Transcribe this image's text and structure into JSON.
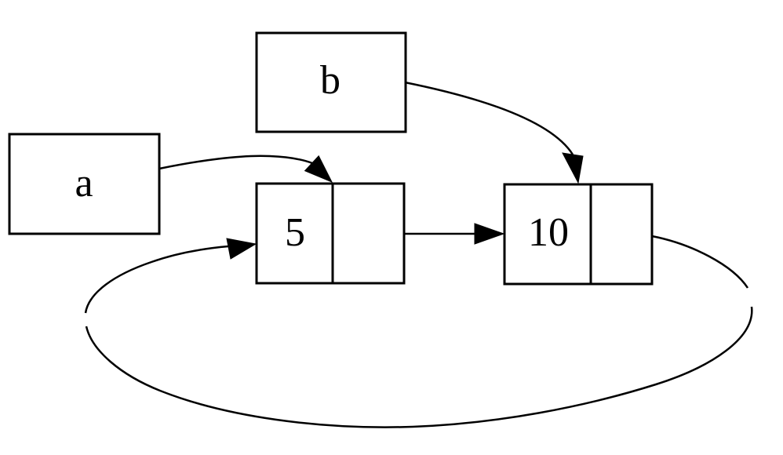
{
  "diagram": {
    "type": "linked-list-diagram",
    "colors": {
      "stroke": "#000000",
      "fill": "#ffffff"
    },
    "variables": [
      {
        "id": "a",
        "label": "a",
        "points_to": "node-5"
      },
      {
        "id": "b",
        "label": "b",
        "points_to": "node-10"
      }
    ],
    "nodes": [
      {
        "id": "node-5",
        "value": "5",
        "next": "node-10"
      },
      {
        "id": "node-10",
        "value": "10",
        "next": "node-5"
      }
    ],
    "edges": [
      {
        "from": "a",
        "to": "node-5",
        "style": "curved"
      },
      {
        "from": "b",
        "to": "node-10",
        "style": "curved"
      },
      {
        "from": "node-5.next",
        "to": "node-10",
        "style": "straight"
      },
      {
        "from": "node-10.next",
        "to": "node-5",
        "style": "loop-around-bottom"
      }
    ]
  }
}
